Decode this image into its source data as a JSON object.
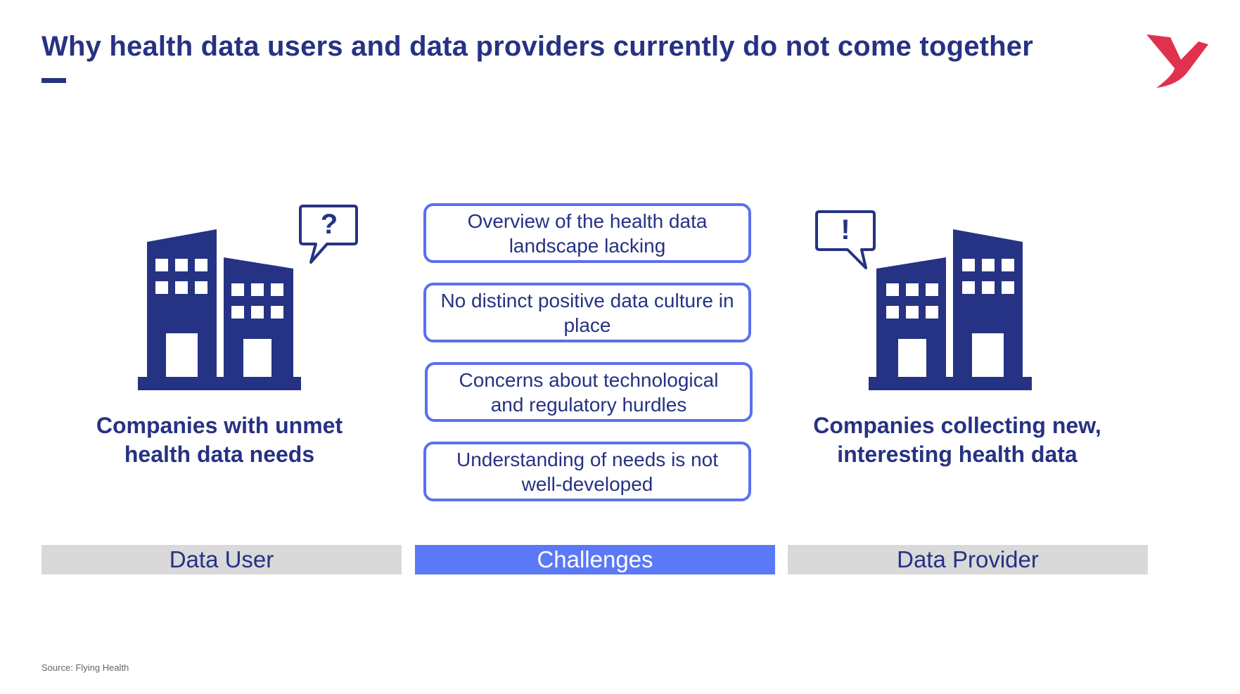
{
  "title": "Why health data users and data providers currently do not come together",
  "logo": {
    "icon": "brand-y-logo-icon",
    "color": "#e0324e"
  },
  "colors": {
    "navy": "#263283",
    "accent_blue": "#5b78f6",
    "grey": "#d9d9d9"
  },
  "left": {
    "bubble_symbol": "?",
    "label": "Companies with unmet health data needs",
    "bar": "Data User"
  },
  "center": {
    "challenges": [
      "Overview of the health data landscape lacking",
      "No distinct positive data culture in place",
      "Concerns about technological and regulatory hurdles",
      "Understanding of needs is not well-developed"
    ],
    "bar": "Challenges"
  },
  "right": {
    "bubble_symbol": "!",
    "label": "Companies collecting new, interesting health data",
    "bar": "Data Provider"
  },
  "source": "Source: Flying Health"
}
